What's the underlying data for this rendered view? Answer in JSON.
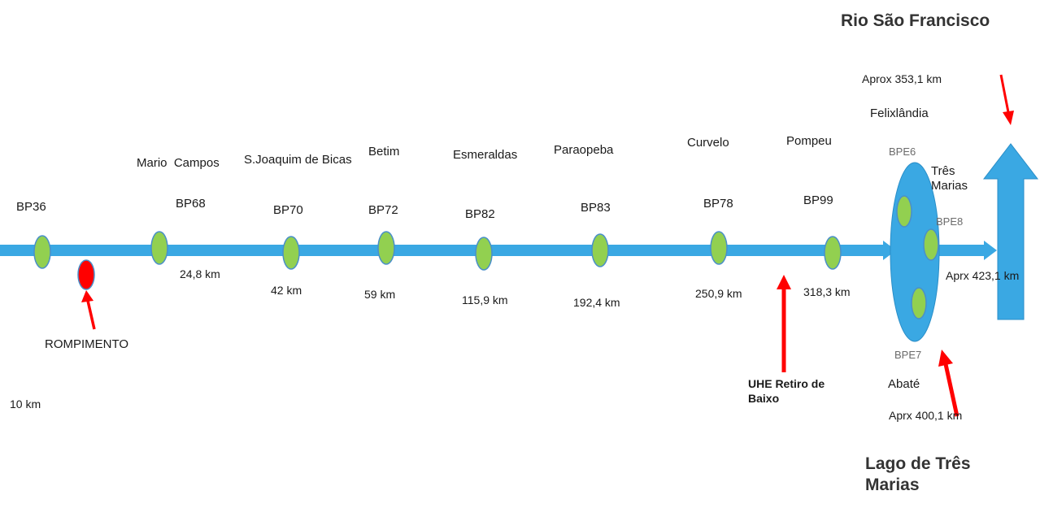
{
  "colors": {
    "river": "#3aa8e3",
    "river_dark": "#2a8ec8",
    "station_fill": "#92d050",
    "station_stroke": "#4a8fc9",
    "rupture_fill": "#ff0000",
    "arrow_red": "#ff0000"
  },
  "title_river": "Rio São Francisco",
  "title_lake": "Lago de Três Marias",
  "rompimento": "ROMPIMENTO",
  "uhe": "UHE Retiro de Baixo",
  "lake_stations": {
    "bpe6": "BPE6",
    "bpe7": "BPE7",
    "bpe8": "BPE8",
    "felixlandia": "Felixlândia",
    "felix_dist": "Aprox 353,1 km",
    "tres_marias": "Três Marias",
    "tres_dist": "Aprx 423,1 km",
    "abate": "Abaté",
    "abate_dist": "Aprx 400,1 km"
  },
  "stations": [
    {
      "code": "BP36",
      "city": "",
      "dist": "10 km"
    },
    {
      "code": "BP68",
      "city": "Mario  Campos",
      "dist": "24,8 km"
    },
    {
      "code": "BP70",
      "city": "S.Joaquim de Bicas",
      "dist": "42 km"
    },
    {
      "code": "BP72",
      "city": "Betim",
      "dist": "59 km"
    },
    {
      "code": "BP82",
      "city": "Esmeraldas",
      "dist": "115,9 km"
    },
    {
      "code": "BP83",
      "city": "Paraopeba",
      "dist": "192,4 km"
    },
    {
      "code": "BP78",
      "city": "Curvelo",
      "dist": "250,9 km"
    },
    {
      "code": "BP99",
      "city": "Pompeu",
      "dist": "318,3 km"
    }
  ]
}
